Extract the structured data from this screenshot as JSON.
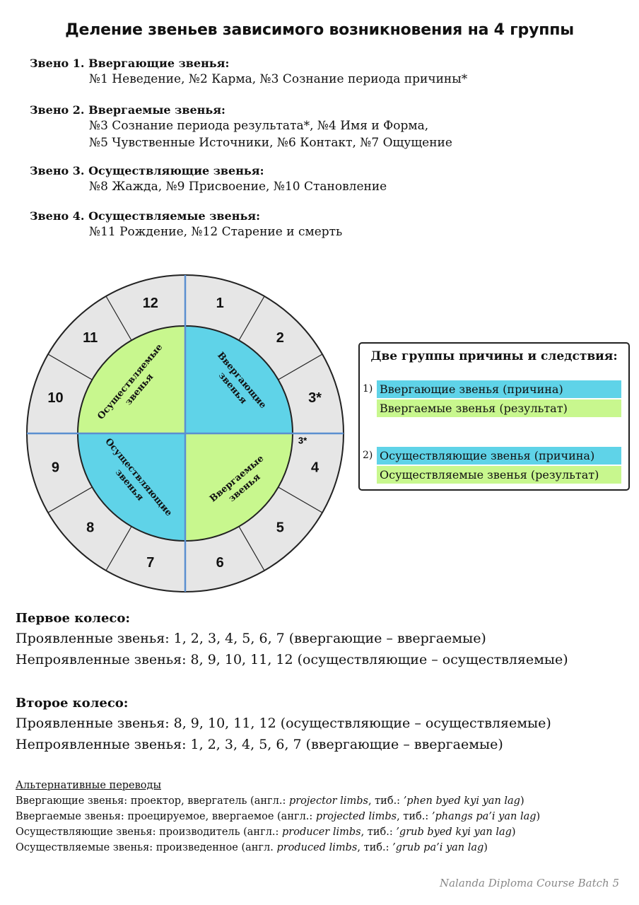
{
  "title": "Деление звеньев зависимого возникновения на 4 группы",
  "links": [
    {
      "head": "Звено 1. Ввергающие звенья:",
      "lines": [
        "№1 Неведение, №2 Карма, №3 Сознание периода причины*"
      ]
    },
    {
      "head": "Звено 2. Ввергаемые звенья:",
      "lines": [
        "№3 Сознание периода результата*, №4 Имя и Форма,",
        "№5 Чувственные Источники, №6 Контакт, №7 Ощущение"
      ]
    },
    {
      "head": "Звено 3. Осуществляющие звенья:",
      "lines": [
        "№8 Жажда, №9 Присвоение, №10 Становление"
      ]
    },
    {
      "head": "Звено 4. Осуществляемые звенья:",
      "lines": [
        "№11 Рождение, №12 Старение и смерть"
      ]
    }
  ],
  "wheel": {
    "outer_numbers": [
      "1",
      "2",
      "3*",
      "4",
      "5",
      "6",
      "7",
      "8",
      "9",
      "10",
      "11",
      "12"
    ],
    "small_label": "3*",
    "quadrants": {
      "top_right": "Ввергающие звенья",
      "bottom_right": "Ввергаемые звенья",
      "bottom_left": "Осуществляющие звенья",
      "top_left": "Осуществляемые звенья"
    },
    "colors": {
      "blue": "#5fd3e8",
      "green": "#c8f78e",
      "ring": "#e6e6e6",
      "axis": "#5b8fd0"
    }
  },
  "legend": {
    "title": "Две группы причины и следствия:",
    "groups": [
      {
        "num": "1)",
        "cause": "Ввергающие звенья (причина)",
        "result": "Ввергаемые звенья (результат)"
      },
      {
        "num": "2)",
        "cause": "Осуществляющие звенья (причина)",
        "result": "Осуществляемые звенья (результат)"
      }
    ]
  },
  "first_wheel": {
    "head": "Первое колесо:",
    "manifest": "Проявленные звенья: 1, 2, 3, 4, 5, 6, 7  (ввергающие – ввергаемые)",
    "unmanifest": "Непроявленные звенья:  8, 9, 10, 11, 12 (осуществляющие – осуществляемые)"
  },
  "second_wheel": {
    "head": "Второе колесо:",
    "manifest": "Проявленные звенья: 8, 9, 10, 11, 12 (осуществляющие – осуществляемые)",
    "unmanifest": "Непроявленные звенья: 1, 2, 3, 4, 5, 6, 7 (ввергающие – ввергаемые)"
  },
  "alternatives": {
    "head": "Альтернативные переводы",
    "rows": [
      {
        "a": "Ввергающие звенья: проектор, ввергатель (англ.: ",
        "en": "projector limbs",
        "b": ", тиб.: ",
        "tib": "’phen byed kyi yan lag",
        "c": ")"
      },
      {
        "a": "Ввергаемые звенья: проецируемое, ввергаемое (англ.: ",
        "en": "projected limbs",
        "b": ", тиб.: ",
        "tib": "’phangs pa’i yan lag",
        "c": ")"
      },
      {
        "a": "Осуществляющие звенья: производитель (англ.: ",
        "en": "producer limbs",
        "b": ", тиб.: ",
        "tib": "’grub byed kyi yan lag",
        "c": ")"
      },
      {
        "a": "Осуществляемые звенья: произведенное (англ. ",
        "en": "produced limbs",
        "b": ", тиб.: ",
        "tib": "’grub pa’i yan lag",
        "c": ")"
      }
    ]
  },
  "footer": "Nalanda Diploma Course Batch 5"
}
